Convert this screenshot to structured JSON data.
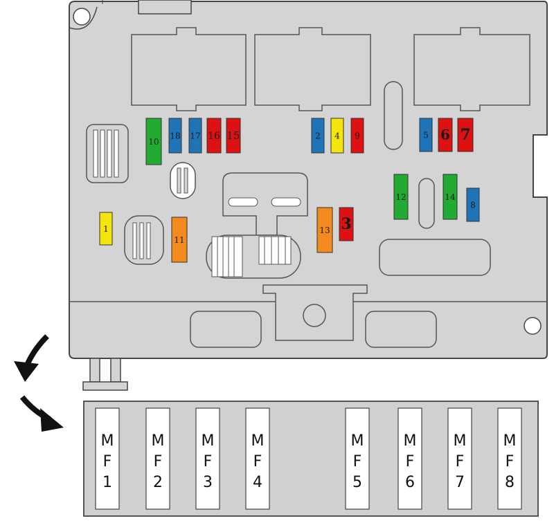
{
  "colors": {
    "housing": "#d4d4d4",
    "outline": "#444444",
    "green": "#22aa33",
    "blue": "#1f73b7",
    "yellow": "#f5e50d",
    "red": "#dd1111",
    "orange": "#f38a1e",
    "mf_bar": "#d0d0d0",
    "mf_fuse": "#ffffff"
  },
  "fuses": [
    {
      "label": "10",
      "color": "green"
    },
    {
      "label": "18",
      "color": "blue"
    },
    {
      "label": "17",
      "color": "blue"
    },
    {
      "label": "16",
      "color": "red"
    },
    {
      "label": "15",
      "color": "red"
    },
    {
      "label": "2",
      "color": "blue"
    },
    {
      "label": "4",
      "color": "yellow"
    },
    {
      "label": "9",
      "color": "red"
    },
    {
      "label": "5",
      "color": "blue"
    },
    {
      "label": "6",
      "color": "red"
    },
    {
      "label": "7",
      "color": "red"
    },
    {
      "label": "1",
      "color": "yellow"
    },
    {
      "label": "11",
      "color": "orange"
    },
    {
      "label": "13",
      "color": "orange"
    },
    {
      "label": "3",
      "color": "red"
    },
    {
      "label": "12",
      "color": "green"
    },
    {
      "label": "14",
      "color": "green"
    },
    {
      "label": "8",
      "color": "blue"
    }
  ],
  "maxi_fuses": [
    {
      "letters": [
        "M",
        "F"
      ],
      "number": "1"
    },
    {
      "letters": [
        "M",
        "F"
      ],
      "number": "2"
    },
    {
      "letters": [
        "M",
        "F"
      ],
      "number": "3"
    },
    {
      "letters": [
        "M",
        "F"
      ],
      "number": "4"
    },
    {
      "letters": [
        "M",
        "F"
      ],
      "number": "5"
    },
    {
      "letters": [
        "M",
        "F"
      ],
      "number": "6"
    },
    {
      "letters": [
        "M",
        "F"
      ],
      "number": "7"
    },
    {
      "letters": [
        "M",
        "F"
      ],
      "number": "8"
    }
  ]
}
